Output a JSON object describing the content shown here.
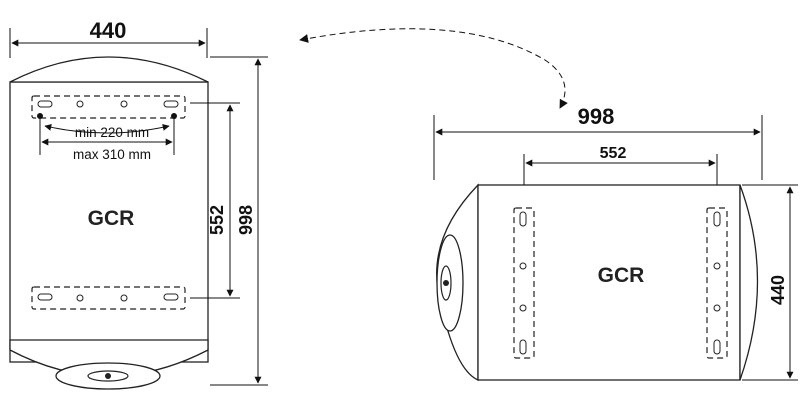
{
  "vertical_unit": {
    "width_label": "440",
    "height_label": "998",
    "bracket_spacing_label": "552",
    "min_label": "min 220 mm",
    "max_label": "max 310 mm",
    "brand": "GCR"
  },
  "horizontal_unit": {
    "length_label": "998",
    "bracket_spacing_label": "552",
    "height_label": "440",
    "brand": "GCR"
  },
  "colors": {
    "line": "#111111",
    "background": "#ffffff"
  }
}
